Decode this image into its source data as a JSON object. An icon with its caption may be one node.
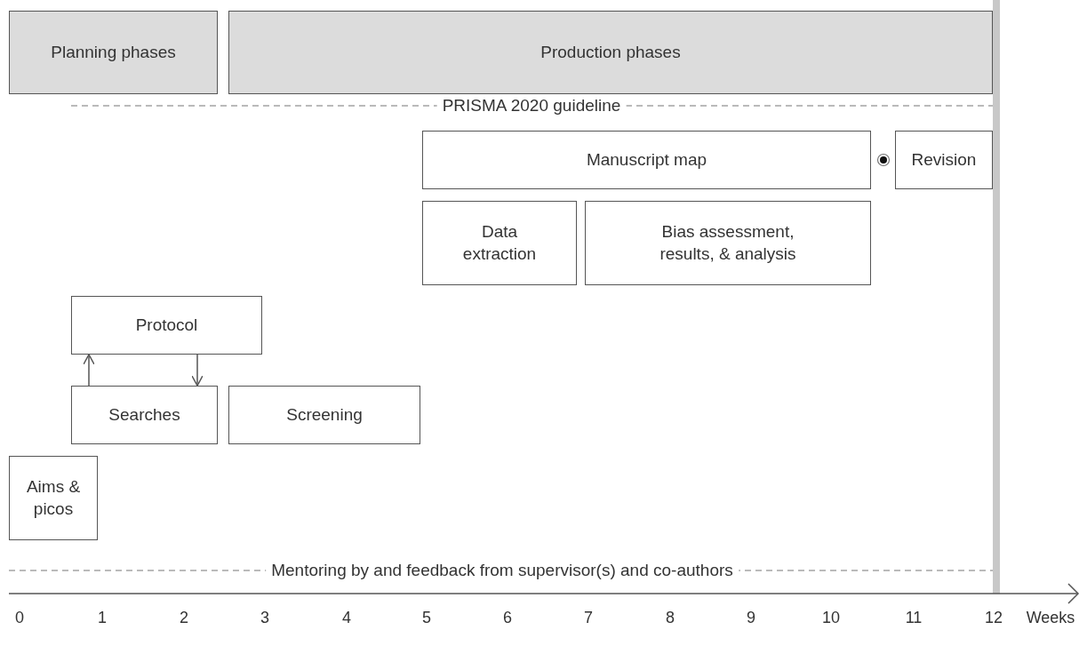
{
  "diagram": {
    "nodes": [
      {
        "text": [
          "Planning phases"
        ]
      },
      {
        "text": [
          "Production phases"
        ]
      },
      {
        "text": [
          "Manuscript map"
        ]
      },
      {
        "text": [
          "Revision"
        ]
      },
      {
        "text": [
          "Data extraction"
        ]
      },
      {
        "text": [
          "Bias assessment, results, & analysis"
        ]
      },
      {
        "text": [
          "Protocol"
        ]
      },
      {
        "text": [
          "Searches"
        ]
      },
      {
        "text": [
          "Screening"
        ]
      },
      {
        "text": [
          "Aims & picos"
        ]
      }
    ],
    "edges": [
      {
        "from": 7,
        "to": 6,
        "arrow": "to"
      },
      {
        "from": 6,
        "to": 7,
        "arrow": "to"
      }
    ],
    "labels": [
      "PRISMA 2020 guideline",
      "Mentoring by and feedback from supervisor(s) and co-authors",
      "0",
      "1",
      "2",
      "3",
      "4",
      "5",
      "6",
      "7",
      "8",
      "9",
      "10",
      "11",
      "12",
      "Weeks"
    ]
  }
}
